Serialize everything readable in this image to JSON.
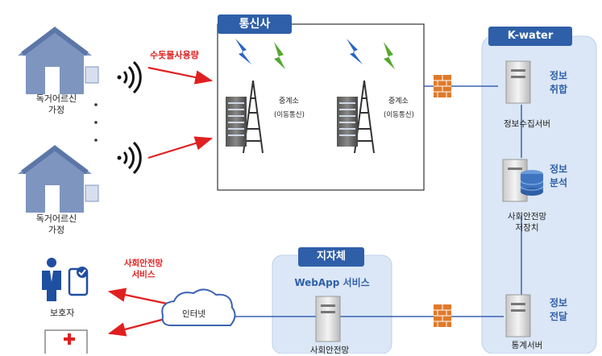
{
  "telecom": {
    "title": "통신사",
    "relay_label": "중계소",
    "relay_sublabel": "(이동통신)"
  },
  "kwater": {
    "title": "K-water",
    "steps": [
      {
        "label": "정보\n취합",
        "server": "정보수집서버"
      },
      {
        "label": "정보\n분석",
        "server": "사회안전망\n저장치"
      },
      {
        "label": "정보\n전달",
        "server": "통계서버"
      }
    ]
  },
  "local_gov": {
    "title": "지자체",
    "service": "WebApp 서비스",
    "server": "사회안전망"
  },
  "households": [
    {
      "label": "독거어르신\n가정"
    },
    {
      "label": "독거어르신\n가정"
    }
  ],
  "water_usage_label": "수돗물사용량",
  "internet_label": "인터넷",
  "safety_service_label": "사회안전망\n서비스",
  "guardian_label": "보호자",
  "colors": {
    "header_blue": "#2f5fa8",
    "panel_blue": "#dbe7f6",
    "red_arrow": "#e02020",
    "line_blue": "#3b63b0",
    "firewall": "#e07a2a"
  }
}
